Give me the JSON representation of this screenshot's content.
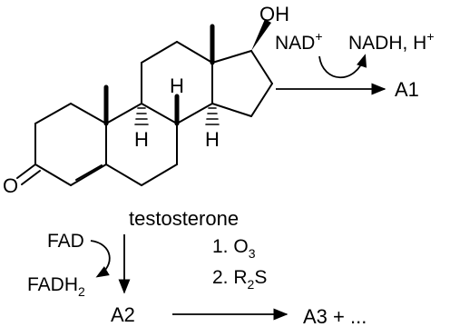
{
  "molecule": {
    "name": "testosterone",
    "atoms": {
      "oxygen_ketone": "O",
      "hydroxyl": "OH",
      "hydrogen": "H"
    }
  },
  "reaction_top": {
    "reagent_in": "NAD",
    "reagent_in_charge": "+",
    "reagent_out": "NADH, H",
    "reagent_out_charge": "+",
    "product": "A1"
  },
  "reaction_down": {
    "cofactor_in": "FAD",
    "cofactor_out": "FADH",
    "cofactor_out_sub": "2",
    "product": "A2"
  },
  "reaction_ozonolysis": {
    "step1": "1. O",
    "step1_sub": "3",
    "step2": "2. R",
    "step2_sub": "2",
    "step2_tail": "S",
    "product": "A3 + ..."
  }
}
